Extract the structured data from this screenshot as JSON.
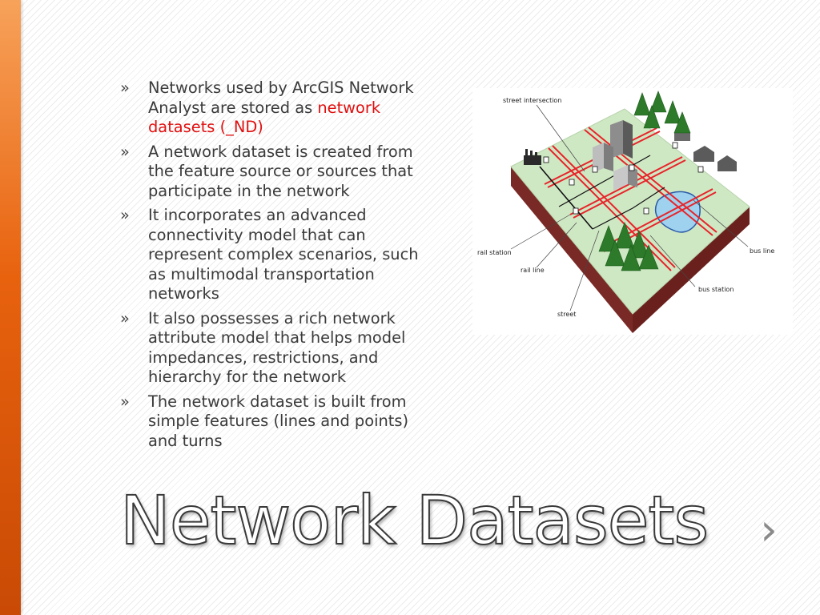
{
  "slide": {
    "title": "Network Datasets",
    "next_glyph": "›",
    "bullet_glyph": "»",
    "bullets": [
      {
        "text": "Networks used by ArcGIS Network Analyst are stored as ",
        "highlight": "network datasets (_ND)"
      },
      {
        "text": "A network dataset is created from the feature source or sources that participate in the network"
      },
      {
        "text": "It incorporates an advanced connectivity model that can represent complex scenarios, such as multimodal transportation networks"
      },
      {
        "text": "It also possesses a rich network attribute model that helps model impedances, restrictions, and hierarchy for the network"
      },
      {
        "text": "The network dataset is built from simple features (lines and points) and turns"
      }
    ]
  },
  "diagram": {
    "labels": {
      "street_intersection": "street intersection",
      "rail_station": "rail station",
      "rail_line": "rail line",
      "street": "street",
      "bus_station": "bus station",
      "bus_line": "bus line"
    }
  },
  "colors": {
    "accent_bar": "#e8620e",
    "highlight_text": "#e01010",
    "body_text": "#3a3a3a",
    "ground_top": "#cfe8c4",
    "ground_side": "#7a2a26",
    "street": "#e8242a",
    "water": "#9fd2ee"
  },
  "icons": [
    "next-arrow-icon",
    "bullet-chevron-icon"
  ]
}
